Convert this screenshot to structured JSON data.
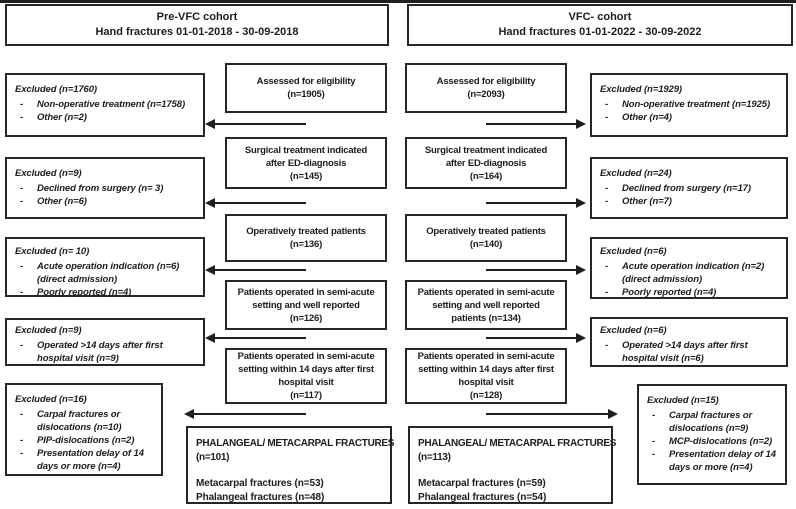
{
  "headers": {
    "left": {
      "line1": "Pre-VFC cohort",
      "line2": "Hand fractures 01-01-2018 - 30-09-2018"
    },
    "right": {
      "line1": "VFC- cohort",
      "line2": "Hand fractures 01-01-2022 - 30-09-2022"
    }
  },
  "pre_vfc": {
    "flow": [
      {
        "line1": "Assessed for eligibility",
        "line2": "(n=1905)"
      },
      {
        "line1": "Surgical treatment indicated",
        "line2": "after ED-diagnosis",
        "line3": "(n=145)"
      },
      {
        "line1": "Operatively treated patients",
        "line2": "(n=136)"
      },
      {
        "line1": "Patients operated in semi-acute",
        "line2": "setting and well reported",
        "line3": "(n=126)"
      },
      {
        "line1": "Patients operated in semi-acute",
        "line2": "setting within 14 days after first",
        "line3": "hospital visit",
        "line4": "(n=117)"
      }
    ],
    "exclusions": [
      {
        "title": "Excluded (n=1760)",
        "item1": "Non-operative treatment (n=1758)",
        "item2": "Other (n=2)"
      },
      {
        "title": "Excluded (n=9)",
        "item1": "Declined from surgery (n= 3)",
        "item2": "Other (n=6)"
      },
      {
        "title": "Excluded (n= 10)",
        "item1": "Acute operation indication (n=6) (direct admission)",
        "item2": "Poorly reported (n=4)"
      },
      {
        "title": "Excluded (n=9)",
        "item1": "Operated >14 days after first hospital visit (n=9)"
      },
      {
        "title": "Excluded (n=16)",
        "item1": "Carpal fractures or dislocations (n=10)",
        "item2": "PIP-dislocations (n=2)",
        "item3": "Presentation delay of 14 days or more (n=4)"
      }
    ],
    "final": {
      "title": "PHALANGEAL/ METACARPAL FRACTURES",
      "n": "(n=101)",
      "line1": "Metacarpal fractures (n=53)",
      "line2": "Phalangeal fractures (n=48)"
    }
  },
  "vfc": {
    "flow": [
      {
        "line1": "Assessed for eligibility",
        "line2": "(n=2093)"
      },
      {
        "line1": "Surgical treatment indicated",
        "line2": "after ED-diagnosis",
        "line3": "(n=164)"
      },
      {
        "line1": "Operatively treated patients",
        "line2": "(n=140)"
      },
      {
        "line1": "Patients operated in semi-acute",
        "line2": "setting and well reported",
        "line3": "patients (n=134)"
      },
      {
        "line1": "Patients operated in semi-acute",
        "line2": "setting within 14 days after first",
        "line3": "hospital visit",
        "line4": "(n=128)"
      }
    ],
    "exclusions": [
      {
        "title": "Excluded (n=1929)",
        "item1": "Non-operative treatment (n=1925)",
        "item2": "Other (n=4)"
      },
      {
        "title": "Excluded (n=24)",
        "item1": "Declined from surgery (n=17)",
        "item2": "Other (n=7)"
      },
      {
        "title": "Excluded (n=6)",
        "item1": "Acute operation indication (n=2) (direct admission)",
        "item2": "Poorly reported (n=4)"
      },
      {
        "title": "Excluded (n=6)",
        "item1": "Operated >14 days after first hospital visit (n=6)"
      },
      {
        "title": "Excluded (n=15)",
        "item1": "Carpal fractures or dislocations (n=9)",
        "item2": "MCP-dislocations (n=2)",
        "item3": "Presentation delay of 14 days or more (n=4)"
      }
    ],
    "final": {
      "title": "PHALANGEAL/ METACARPAL FRACTURES",
      "n": "(n=113)",
      "line1": "Metacarpal fractures (n=59)",
      "line2": "Phalangeal fractures (n=54)"
    }
  }
}
